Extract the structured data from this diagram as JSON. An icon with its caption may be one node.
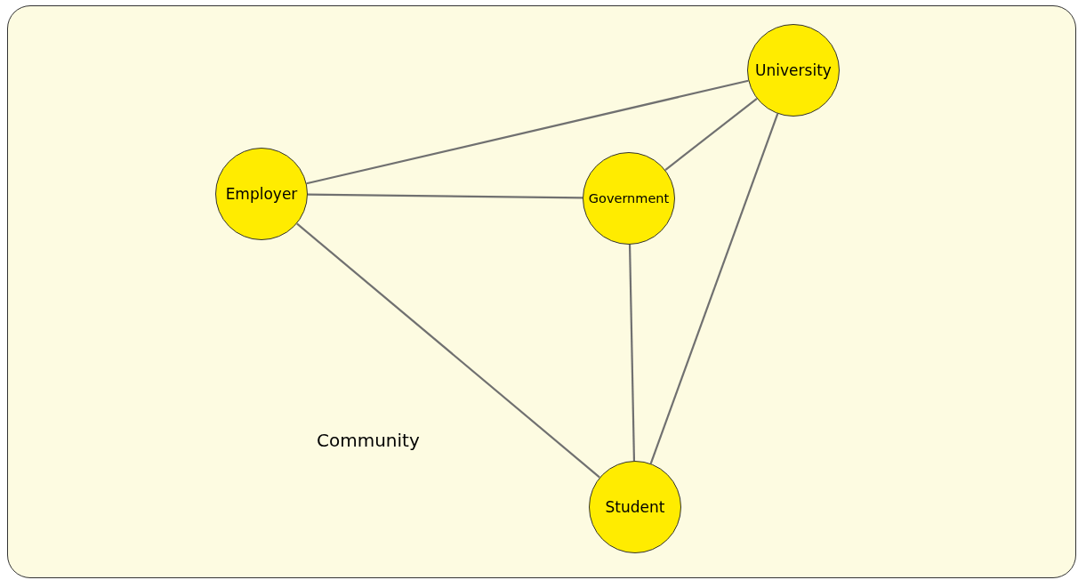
{
  "diagram": {
    "nodes": [
      {
        "text": [
          "Community"
        ]
      },
      {
        "text": [
          "University"
        ],
        "in": 0
      },
      {
        "text": [
          "Employer"
        ],
        "in": 0
      },
      {
        "text": [
          "Government"
        ],
        "in": 0
      },
      {
        "text": [
          "Student"
        ],
        "in": 0
      }
    ],
    "edges": [
      {
        "from": 2,
        "to": 1,
        "arrow": "none"
      },
      {
        "from": 2,
        "to": 3,
        "arrow": "none"
      },
      {
        "from": 2,
        "to": 4,
        "arrow": "none"
      },
      {
        "from": 3,
        "to": 1,
        "arrow": "none"
      },
      {
        "from": 3,
        "to": 4,
        "arrow": "none"
      },
      {
        "from": 1,
        "to": 4,
        "arrow": "none"
      }
    ]
  }
}
